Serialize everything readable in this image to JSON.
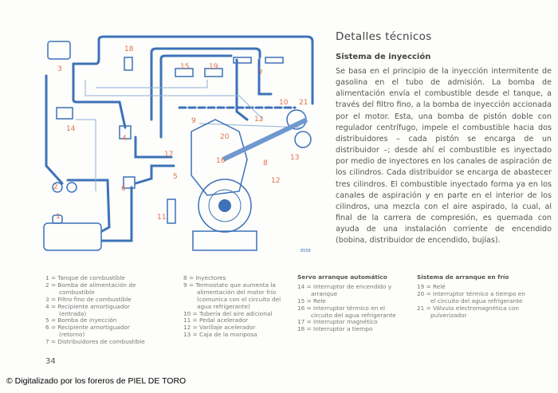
{
  "diagram": {
    "labels": [
      "1",
      "2",
      "3",
      "4",
      "5",
      "6",
      "7",
      "8",
      "9",
      "10",
      "11",
      "12",
      "13",
      "14",
      "15",
      "16",
      "17",
      "18",
      "19",
      "20",
      "21"
    ],
    "code": "8558",
    "colors": {
      "lines": "#3d72b8",
      "labels": "#e0704a"
    }
  },
  "heading": "Detalles técnicos",
  "subheading": "Sistema de inyección",
  "body": "Se basa en el principio de la inyección intermitente de gasolina en el tubo de admisión. La bomba de alimentación envía el combustible desde el tanque, a través del filtro fino, a la bomba de inyección accionada por el motor. Esta, una bomba de pistón doble con regulador centrífugo, impele el combustible hacia dos distribuidores – cada pistón se encarga de un distribuidor –; desde ahí el combustible es inyectado por medio de inyectores en los canales de aspiración de los cilindros. Cada distribuidor se encarga de abastecer tres cilindros. El combustible inyectado forma ya en los canales de aspiración y en parte en el interior de los cilindros, una mezcla con el aire aspirado, la cual, al final de la carrera de compresión, es quemada con ayuda de una instalación corriente de encendido (bobina, distribuidor de encendido, bujías).",
  "legend_col1": [
    "1 = Tanque de combustible",
    "2 = Bomba de alimentación de combustible",
    "3 = Filtro fino de combustible",
    "4 = Recipiente amortiguador (entrada)",
    "5 = Bomba de inyección",
    "6 = Recipiente amortiguador (retorno)",
    "7 = Distribuidores de combustible"
  ],
  "legend_col2": [
    "8 = Inyectores",
    "9 = Termostato que aumenta la alimentación del motor frío (comunica con el circuito del agua refrigerante)",
    "10 = Tubería del aire adicional",
    "11 = Pedal acelerador",
    "12 = Varillaje acelerador",
    "13 = Caja de la mariposa"
  ],
  "legend_col3": {
    "title": "Servo arranque automático",
    "items": [
      "14 = Interruptor de encendido y arranque",
      "15 = Rele",
      "16 = Interruptor térmico en el circuito del agua refrigerante",
      "17 = Interruptor magnético",
      "18 = Interruptor a tiempo"
    ]
  },
  "legend_col4": {
    "title": "Sistema de arranque en frío",
    "items": [
      "19 = Relé",
      "20 = Interruptor térmico a tiempo en el circuito del agua refrigerante",
      "21 = Válvula electromagnética con pulverizador"
    ]
  },
  "page_number": "34",
  "watermark": "© Digitalizado por los foreros de PIEL DE TORO"
}
